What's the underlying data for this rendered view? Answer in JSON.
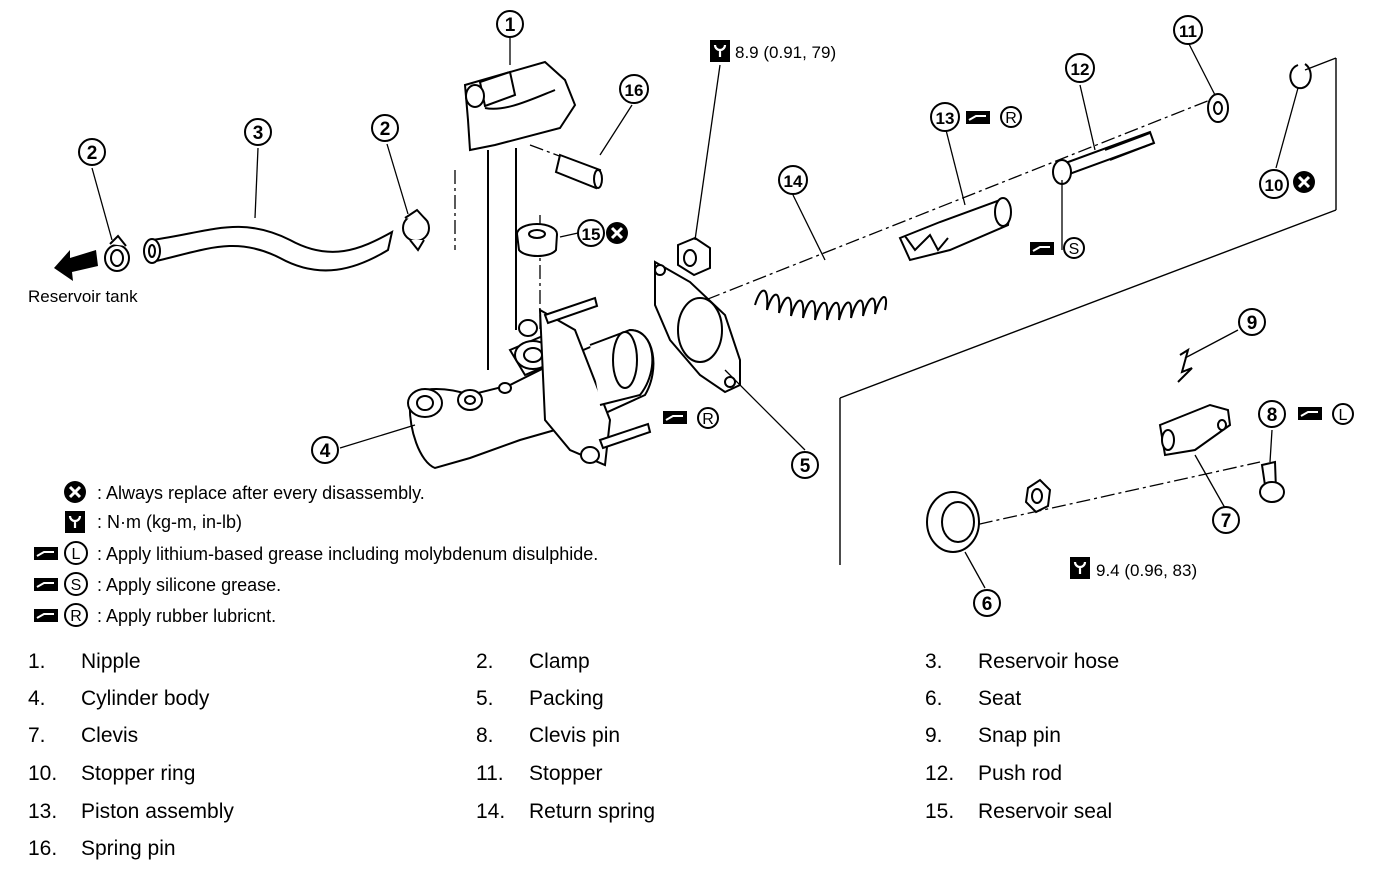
{
  "callouts": {
    "c1": "1",
    "c2a": "2",
    "c2b": "2",
    "c3": "3",
    "c4": "4",
    "c5": "5",
    "c6": "6",
    "c7": "7",
    "c8": "8",
    "c9": "9",
    "c10": "10",
    "c11": "11",
    "c12": "12",
    "c13": "13",
    "c14": "14",
    "c15": "15",
    "c16": "16"
  },
  "labels": {
    "reservoir_tank": "Reservoir tank",
    "torque_top": "8.9 (0.91, 79)",
    "torque_bottom": "9.4 (0.96, 83)",
    "grease_r": "R",
    "grease_s": "S",
    "grease_l": "L"
  },
  "legend": [
    {
      "symbol": "replace-icon",
      "text": ": Always replace after every disassembly."
    },
    {
      "symbol": "torque-icon",
      "text": ": N·m (kg-m, in-lb)"
    },
    {
      "symbol": "grease-l-icon",
      "letter": "L",
      "text": ": Apply lithium-based grease including molybdenum disulphide."
    },
    {
      "symbol": "grease-s-icon",
      "letter": "S",
      "text": ": Apply silicone grease."
    },
    {
      "symbol": "grease-r-icon",
      "letter": "R",
      "text": ": Apply rubber lubricnt."
    }
  ],
  "parts": [
    {
      "num": "1.",
      "name": "Nipple"
    },
    {
      "num": "2.",
      "name": "Clamp"
    },
    {
      "num": "3.",
      "name": "Reservoir hose"
    },
    {
      "num": "4.",
      "name": "Cylinder body"
    },
    {
      "num": "5.",
      "name": "Packing"
    },
    {
      "num": "6.",
      "name": "Seat"
    },
    {
      "num": "7.",
      "name": "Clevis"
    },
    {
      "num": "8.",
      "name": "Clevis pin"
    },
    {
      "num": "9.",
      "name": "Snap pin"
    },
    {
      "num": "10.",
      "name": "Stopper ring"
    },
    {
      "num": "11.",
      "name": "Stopper"
    },
    {
      "num": "12.",
      "name": "Push rod"
    },
    {
      "num": "13.",
      "name": "Piston assembly"
    },
    {
      "num": "14.",
      "name": "Return spring"
    },
    {
      "num": "15.",
      "name": "Reservoir seal"
    },
    {
      "num": "16.",
      "name": "Spring pin"
    }
  ]
}
